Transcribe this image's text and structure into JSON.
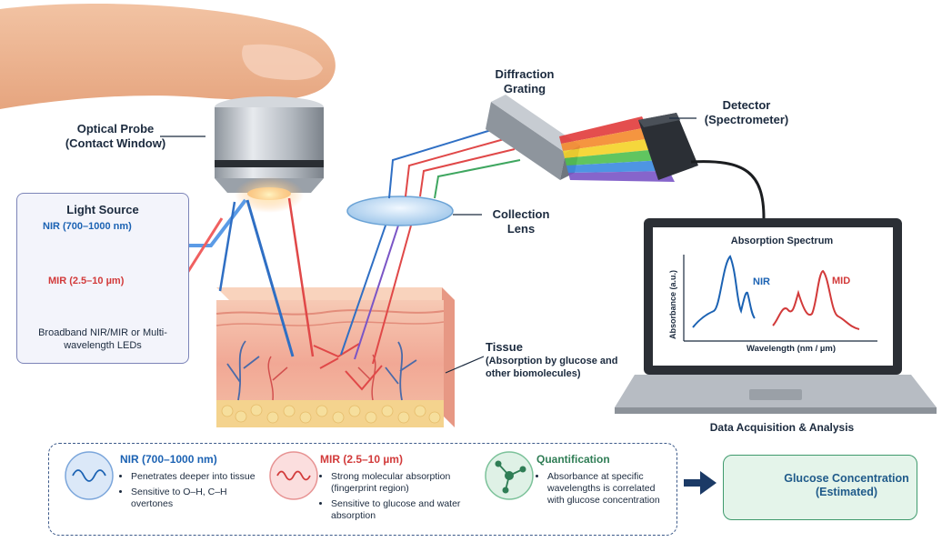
{
  "labels": {
    "optical_probe": "Optical Probe",
    "contact_window": "(Contact Window)",
    "diffraction_grating": "Diffraction Grating",
    "detector": "Detector",
    "spectrometer": "(Spectrometer)",
    "collection_lens": "Collection Lens",
    "tissue": "Tissue",
    "tissue_note": "(Absorption by glucose and other biomolecules)",
    "data_acquisition": "Data Acquisition & Analysis"
  },
  "light_source": {
    "title": "Light Source",
    "nir": "NIR (700–1000 nm)",
    "mir": "MIR (2.5–10 µm)",
    "note": "Broadband NIR/MIR or Multi-wavelength LEDs"
  },
  "screen": {
    "title": "Absorption Spectrum",
    "ylabel": "Absorbance (a.u.)",
    "xlabel": "Wavelength (nm / µm)",
    "nir_label": "NIR",
    "mid_label": "MID"
  },
  "panel": {
    "nir": {
      "title": "NIR (700–1000 nm)",
      "bullets": [
        "Penetrates deeper into tissue",
        "Sensitive to O–H, C–H overtones"
      ]
    },
    "mir": {
      "title": "MIR (2.5–10 µm)",
      "bullets": [
        "Strong molecular absorption (fingerprint region)",
        "Sensitive to glucose and water absorption"
      ]
    },
    "quant": {
      "title": "Quantification",
      "bullets": [
        "Absorbance at specific wavelengths is correlated with glucose concentration"
      ]
    }
  },
  "glucose": {
    "line1": "Glucose Concentration",
    "line2": "(Estimated)"
  },
  "colors": {
    "nir": "#1b62b3",
    "mir": "#d23a3a",
    "navy": "#1b2a3e",
    "green": "#3f9a6d"
  }
}
